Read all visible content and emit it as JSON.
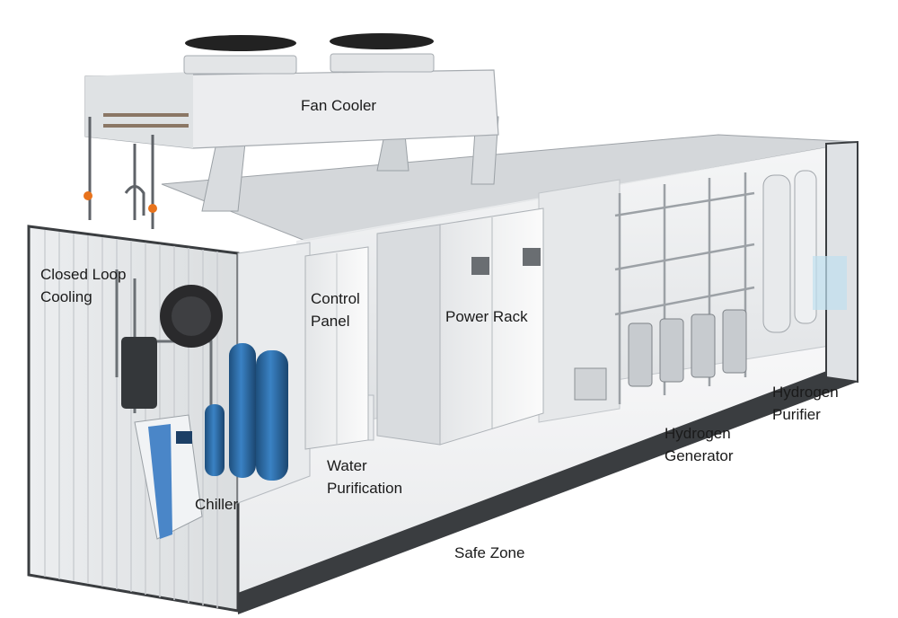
{
  "labels": {
    "fan_cooler": "Fan Cooler",
    "closed_loop_cooling": [
      "Closed Loop",
      "Cooling"
    ],
    "control_panel": [
      "Control",
      "Panel"
    ],
    "power_rack": "Power Rack",
    "hydrogen_purifier": [
      "Hydrogen",
      "Purifier"
    ],
    "hydrogen_generator": [
      "Hydrogen",
      "Generator"
    ],
    "chiller": "Chiller",
    "water_purification": [
      "Water",
      "Purification"
    ],
    "safe_zone": "Safe Zone"
  },
  "colors": {
    "container_shell": "#e8eaec",
    "container_edge": "#3a3d40",
    "floor": "#f1f2f3",
    "cabinet": "#f6f6f6",
    "tank_blue": "#2f6fa8",
    "chiller_blue": "#4a86c8",
    "fan_black": "#222222",
    "accent_orange": "#e8731c",
    "pipe_steel": "#b9bec3",
    "text": "#1a1a1a"
  }
}
